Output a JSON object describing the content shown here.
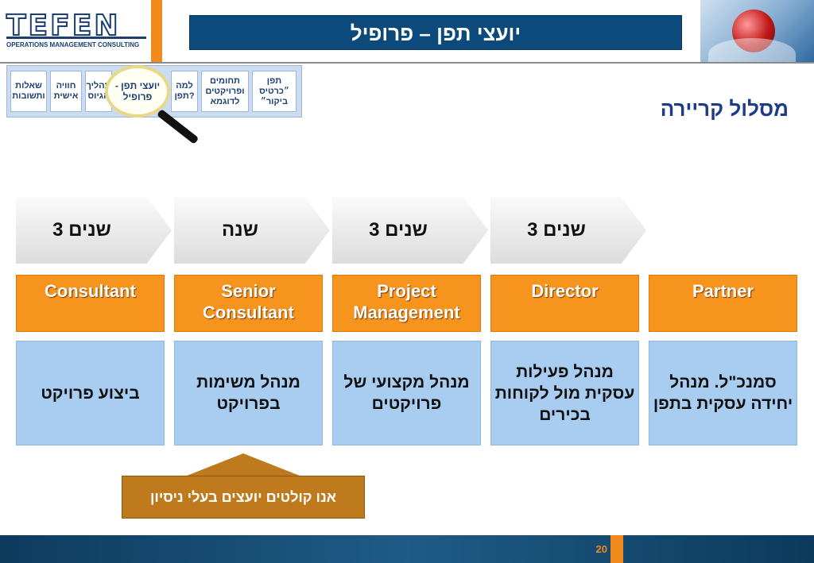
{
  "header": {
    "logo_text": "TEFEN",
    "logo_subtitle": "OPERATIONS MANAGEMENT CONSULTING",
    "title": "יועצי תפן – פרופיל"
  },
  "nav": {
    "items": [
      {
        "label": "שאלות ותשובות"
      },
      {
        "label": "חוויה אישית"
      },
      {
        "label": "תהליך הגיוס"
      },
      {
        "label": "יועצי תפן - פרופיל"
      },
      {
        "label": "למה תפן?"
      },
      {
        "label": "תחומים ופרויקטים לדוגמא"
      },
      {
        "label": "תפן ״כרטיס ביקור״"
      }
    ]
  },
  "section_title": "מסלול קריירה",
  "career": {
    "durations": [
      "3 שנים",
      "שנה",
      "3 שנים",
      "3 שנים"
    ],
    "roles": [
      {
        "title": "Consultant",
        "description": "ביצוע פרויקט"
      },
      {
        "title": "Senior Consultant",
        "description": "מנהל משימות בפרויקט"
      },
      {
        "title": "Project Management",
        "description": "מנהל מקצועי של פרויקטים"
      },
      {
        "title": "Director",
        "description": "מנהל פעילות עסקית מול לקוחות בכירים"
      },
      {
        "title": "Partner",
        "description": "סמנכ\"ל. מנהל יחידה עסקית בתפן"
      }
    ]
  },
  "message": "אנו קולטים יועצים בעלי ניסיון",
  "footer": {
    "page_number": "20"
  },
  "colors": {
    "brand_blue": "#0b4a7a",
    "accent_orange": "#f7941d",
    "desc_blue": "#a8cdf0",
    "message_brown": "#c07a1e"
  }
}
